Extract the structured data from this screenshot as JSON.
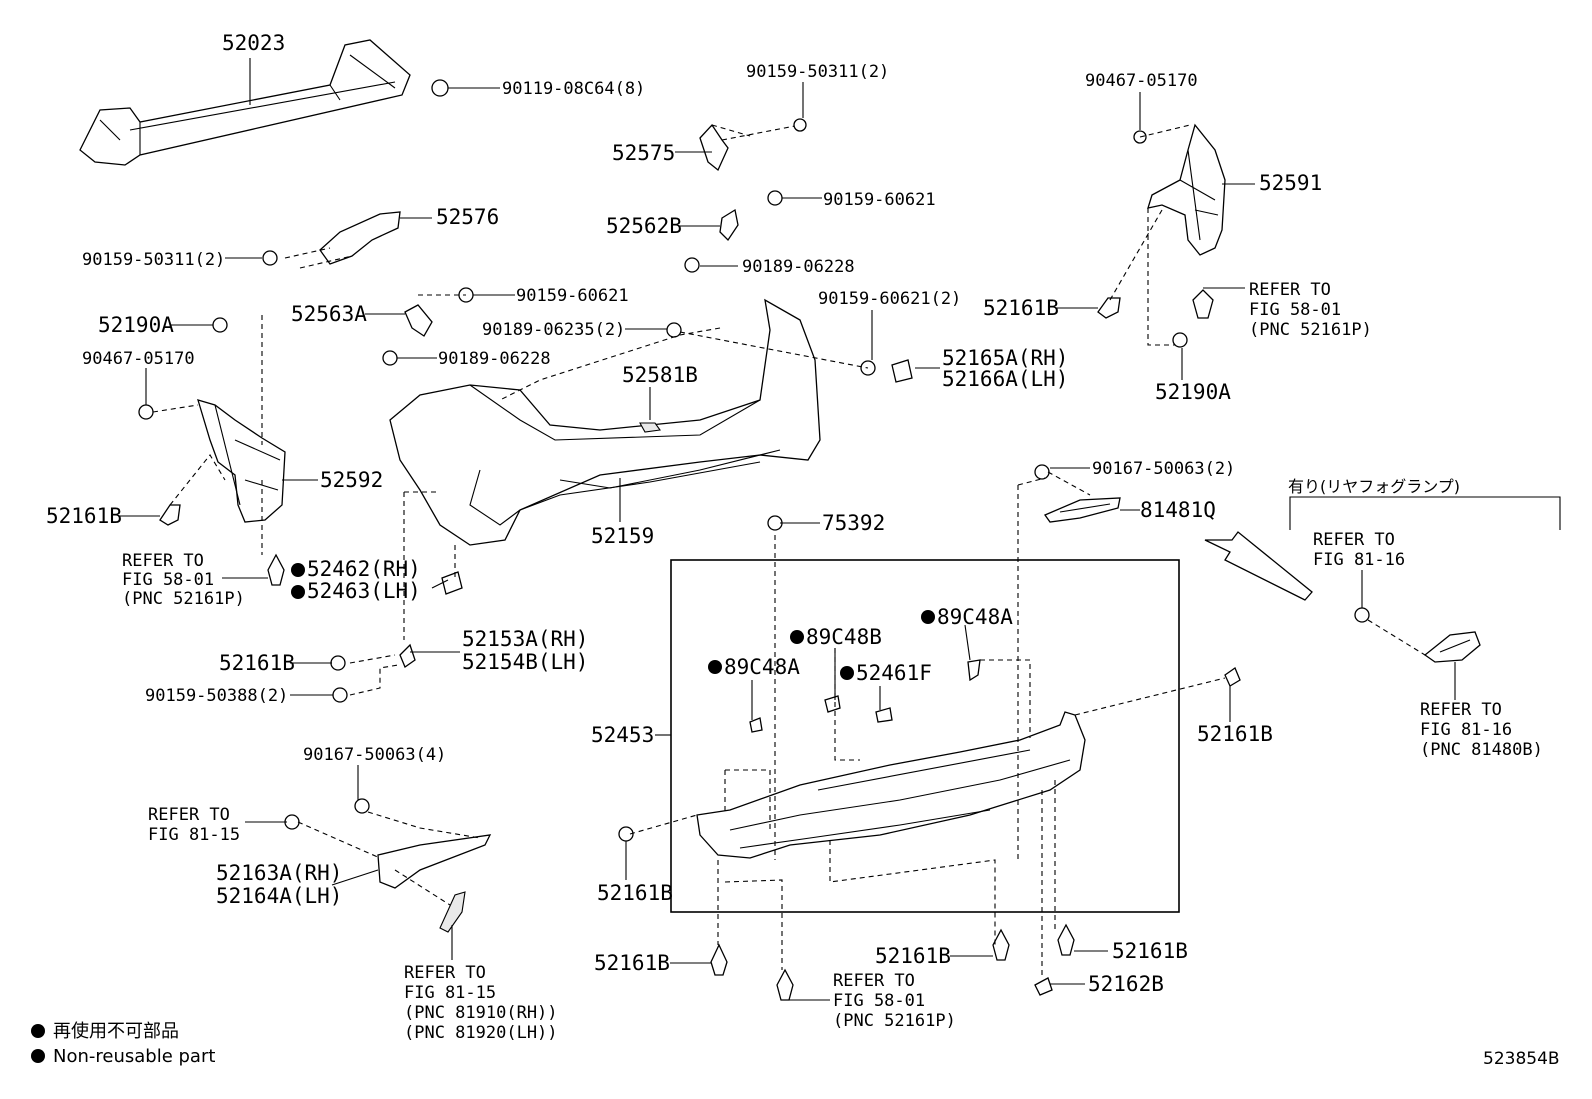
{
  "labels": {
    "p52023": "52023",
    "p90119": "90119-08C64(8)",
    "p90159_50311_top": "90159-50311(2)",
    "p52575": "52575",
    "p90467_top": "90467-05170",
    "p52591": "52591",
    "p52576": "52576",
    "p90159_50311_left": "90159-50311(2)",
    "p52562B": "52562B",
    "p90159_60621_a": "90159-60621",
    "p90189_06228_a": "90189-06228",
    "p52161B_right": "52161B",
    "p90159_60621_b": "90159-60621",
    "p52563A": "52563A",
    "p90189_06235": "90189-06235(2)",
    "p90189_06228_b": "90189-06228",
    "p90159_60621_c": "90159-60621(2)",
    "p52165A": "52165A(RH)",
    "p52166A": "52166A(LH)",
    "p52190A_left": "52190A",
    "p90467_left": "90467-05170",
    "p52581B": "52581B",
    "p52190A_right": "52190A",
    "p52592": "52592",
    "p52161B_left": "52161B",
    "p52159": "52159",
    "p90167_2": "90167-50063(2)",
    "p81481Q": "81481Q",
    "p75392": "75392",
    "p52462": "52462(RH)",
    "p52463": "52463(LH)",
    "p89C48A_r": "89C48A",
    "p89C48B": "89C48B",
    "p89C48A_l": "89C48A",
    "p52461F": "52461F",
    "p52153A": "52153A(RH)",
    "p52154B": "52154B(LH)",
    "p52161B_mid": "52161B",
    "p90159_50388": "90159-50388(2)",
    "p52453": "52453",
    "p52161B_box_r": "52161B",
    "p90167_4": "90167-50063(4)",
    "p52163A": "52163A(RH)",
    "p52164A": "52164A(LH)",
    "p52161B_box_l": "52161B",
    "p52161B_bot1": "52161B",
    "p52161B_bot2": "52161B",
    "p52161B_bot3": "52161B",
    "p52162B": "52162B",
    "fog_header": "有り(リヤフォグランプ)"
  },
  "refs": {
    "r58_right": [
      "REFER TO",
      "FIG 58-01",
      "(PNC 52161P)"
    ],
    "r58_left": [
      "REFER TO",
      "FIG 58-01",
      "(PNC 52161P)"
    ],
    "r81_16_top": [
      "REFER TO",
      "FIG 81-16"
    ],
    "r81_16_bot": [
      "REFER TO",
      "FIG 81-16",
      "(PNC 81480B)"
    ],
    "r81_15_left": [
      "REFER TO",
      "FIG 81-15"
    ],
    "r81_15_bot": [
      "REFER TO",
      "FIG 81-15",
      "(PNC 81910(RH))",
      "(PNC 81920(LH))"
    ],
    "r58_bot": [
      "REFER TO",
      "FIG 58-01",
      "(PNC 52161P)"
    ]
  },
  "legend": {
    "jp": "再使用不可部品",
    "en": "Non-reusable part"
  },
  "figure_id": "523854B"
}
